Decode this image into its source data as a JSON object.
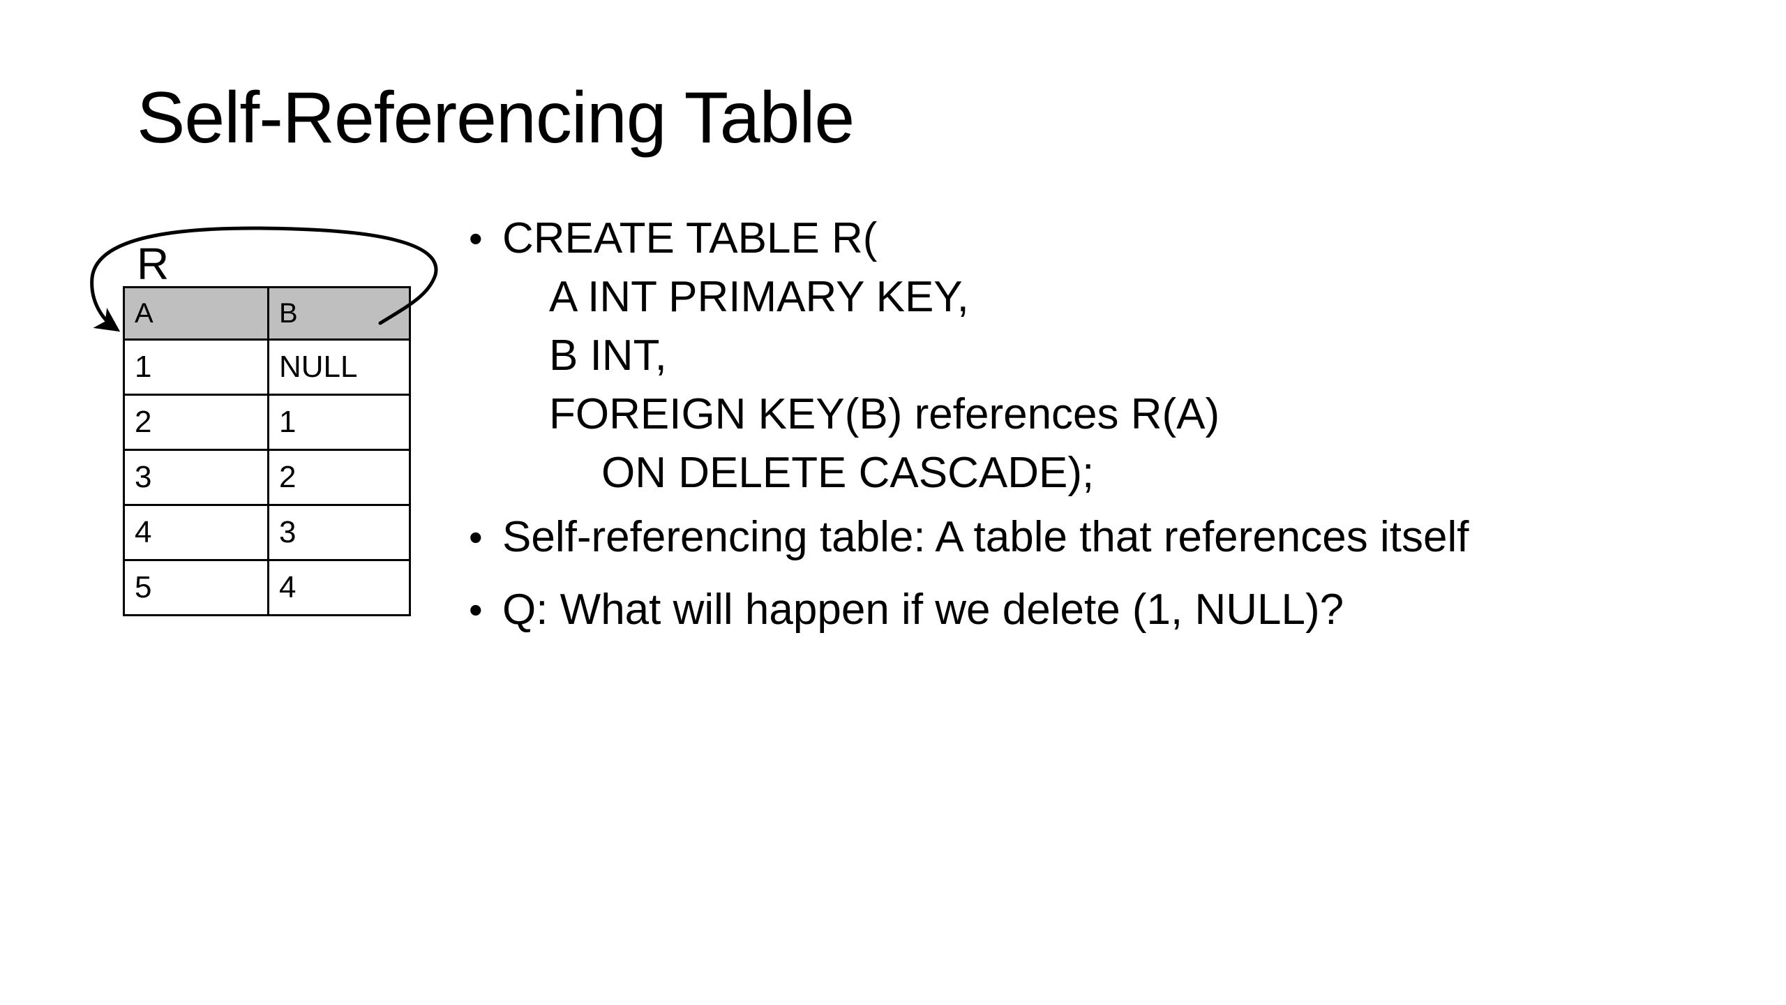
{
  "slide": {
    "title": "Self-Referencing Table",
    "bullet_char": "•",
    "diagram": {
      "table_label": "R",
      "columns": [
        "A",
        "B"
      ],
      "rows": [
        [
          "1",
          "NULL"
        ],
        [
          "2",
          "1"
        ],
        [
          "3",
          "2"
        ],
        [
          "4",
          "3"
        ],
        [
          "5",
          "4"
        ]
      ]
    },
    "code_lines": [
      "CREATE TABLE R(",
      "A INT PRIMARY KEY,",
      "B INT,",
      "FOREIGN KEY(B) references R(A)",
      "ON DELETE CASCADE);"
    ],
    "bullets": [
      "Self-referencing table: A table that references itself",
      "Q: What will happen if we delete (1, NULL)?"
    ],
    "colors": {
      "background": "#ffffff",
      "text": "#000000",
      "table_header_fill": "#bfbfbf",
      "table_border": "#000000",
      "arrow": "#000000"
    }
  }
}
